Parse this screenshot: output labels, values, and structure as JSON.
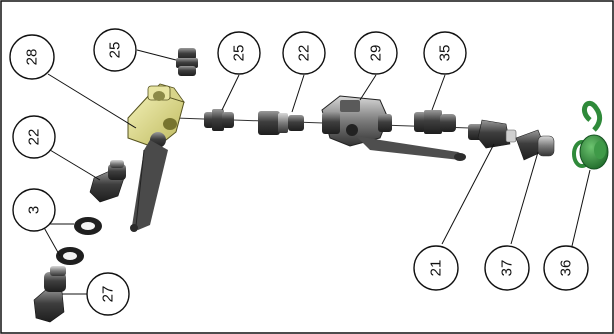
{
  "diagram": {
    "callouts": [
      {
        "label": "28"
      },
      {
        "label": "25"
      },
      {
        "label": "25"
      },
      {
        "label": "22"
      },
      {
        "label": "29"
      },
      {
        "label": "35"
      },
      {
        "label": "22"
      },
      {
        "label": "3"
      },
      {
        "label": "27"
      },
      {
        "label": "21"
      },
      {
        "label": "37"
      },
      {
        "label": "36"
      }
    ],
    "colors": {
      "frame": "#111111",
      "metal_dark": "#3c3c3c",
      "metal_mid": "#6e6e6e",
      "metal_light": "#b8b8b8",
      "valve_body": "#e6e39a",
      "cap_green": "#2f8a3a"
    }
  }
}
